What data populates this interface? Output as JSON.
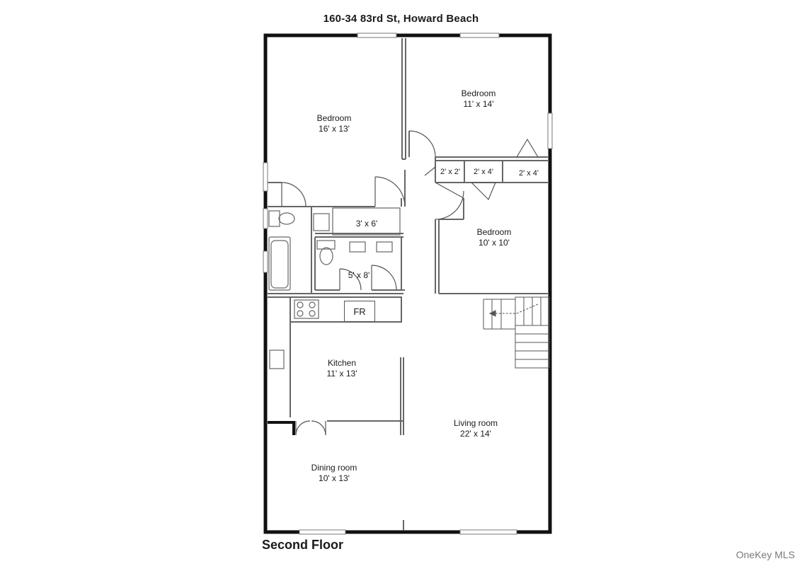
{
  "header": {
    "address": "160-34 83rd St, Howard Beach"
  },
  "footer": {
    "floor_label": "Second Floor",
    "watermark": "OneKey MLS"
  },
  "rooms": {
    "bedroom_nw": {
      "name": "Bedroom",
      "size": "16' x 13'"
    },
    "bedroom_ne": {
      "name": "Bedroom",
      "size": "11' x 14'"
    },
    "bedroom_e": {
      "name": "Bedroom",
      "size": "10' x 10'"
    },
    "closet_a": {
      "size": "2' x 2'"
    },
    "closet_b": {
      "size": "2' x 4'"
    },
    "closet_c": {
      "size": "2' x 4'"
    },
    "bath_upper": {
      "size": "3' x 6'"
    },
    "bath_lower": {
      "size": "5' x 8'"
    },
    "kitchen": {
      "name": "Kitchen",
      "size": "11' x 13'"
    },
    "living_room": {
      "name": "Living room",
      "size": "22' x 14'"
    },
    "dining_room": {
      "name": "Dining room",
      "size": "10' x 13'"
    },
    "fridge": {
      "label": "FR"
    }
  }
}
